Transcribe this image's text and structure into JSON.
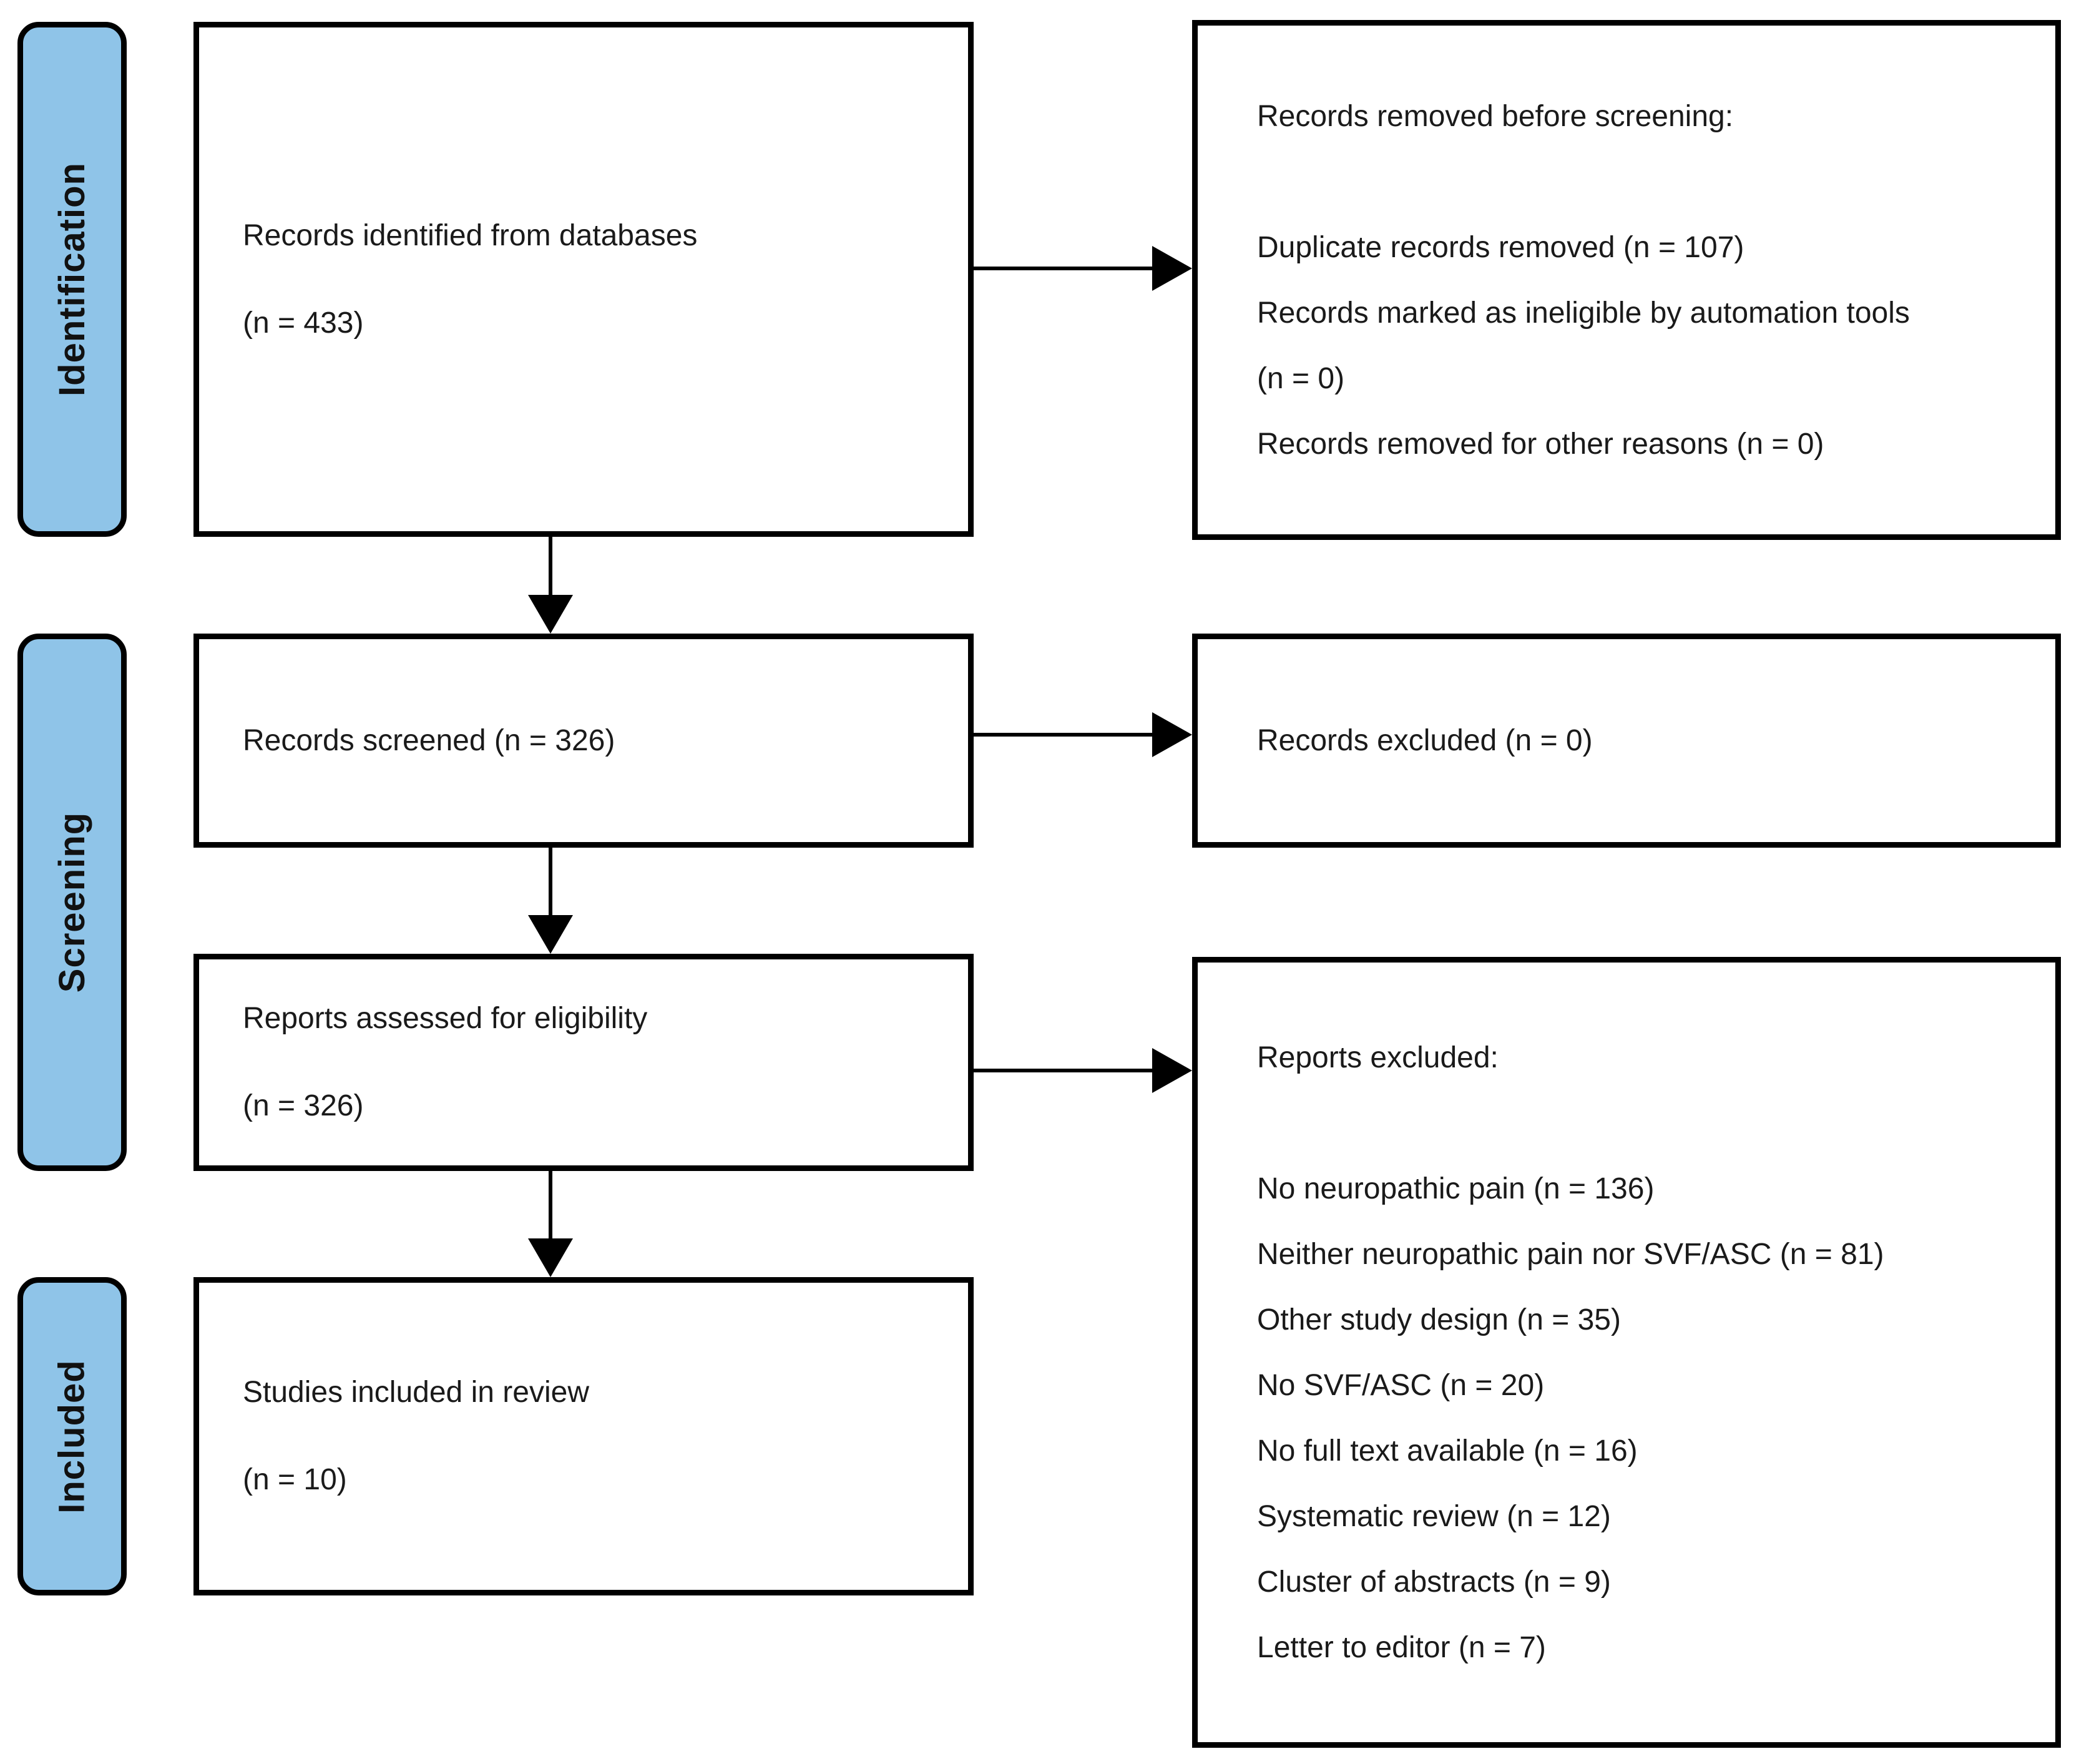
{
  "stages": {
    "identification": "Identification",
    "screening": "Screening",
    "included": "Included"
  },
  "boxes": {
    "identified": {
      "lines": [
        "Records identified from databases",
        "(n = 433)"
      ]
    },
    "removed_before_screening": {
      "lines": [
        "Records removed before screening:",
        "",
        "Duplicate records removed (n = 107)",
        "Records marked as ineligible by automation tools",
        "(n = 0)",
        "Records removed for other reasons (n = 0)"
      ]
    },
    "screened": {
      "lines": [
        "Records screened (n = 326)"
      ]
    },
    "records_excluded": {
      "lines": [
        "Records excluded (n = 0)"
      ]
    },
    "assessed": {
      "lines": [
        "Reports assessed for eligibility",
        "(n = 326)"
      ]
    },
    "reports_excluded": {
      "lines": [
        "Reports excluded:",
        "",
        "No neuropathic pain (n = 136)",
        "Neither neuropathic pain nor SVF/ASC (n = 81)",
        "Other study design (n = 35)",
        "No SVF/ASC (n = 20)",
        "No full text available (n = 16)",
        "Systematic review (n = 12)",
        "Cluster of abstracts (n = 9)",
        "Letter to editor (n = 7)"
      ]
    },
    "included_in_review": {
      "lines": [
        "Studies included in review",
        "(n = 10)"
      ]
    }
  },
  "colors": {
    "stage_fill": "#8fc4e8",
    "border": "#000000",
    "text": "#1a1a1a"
  }
}
